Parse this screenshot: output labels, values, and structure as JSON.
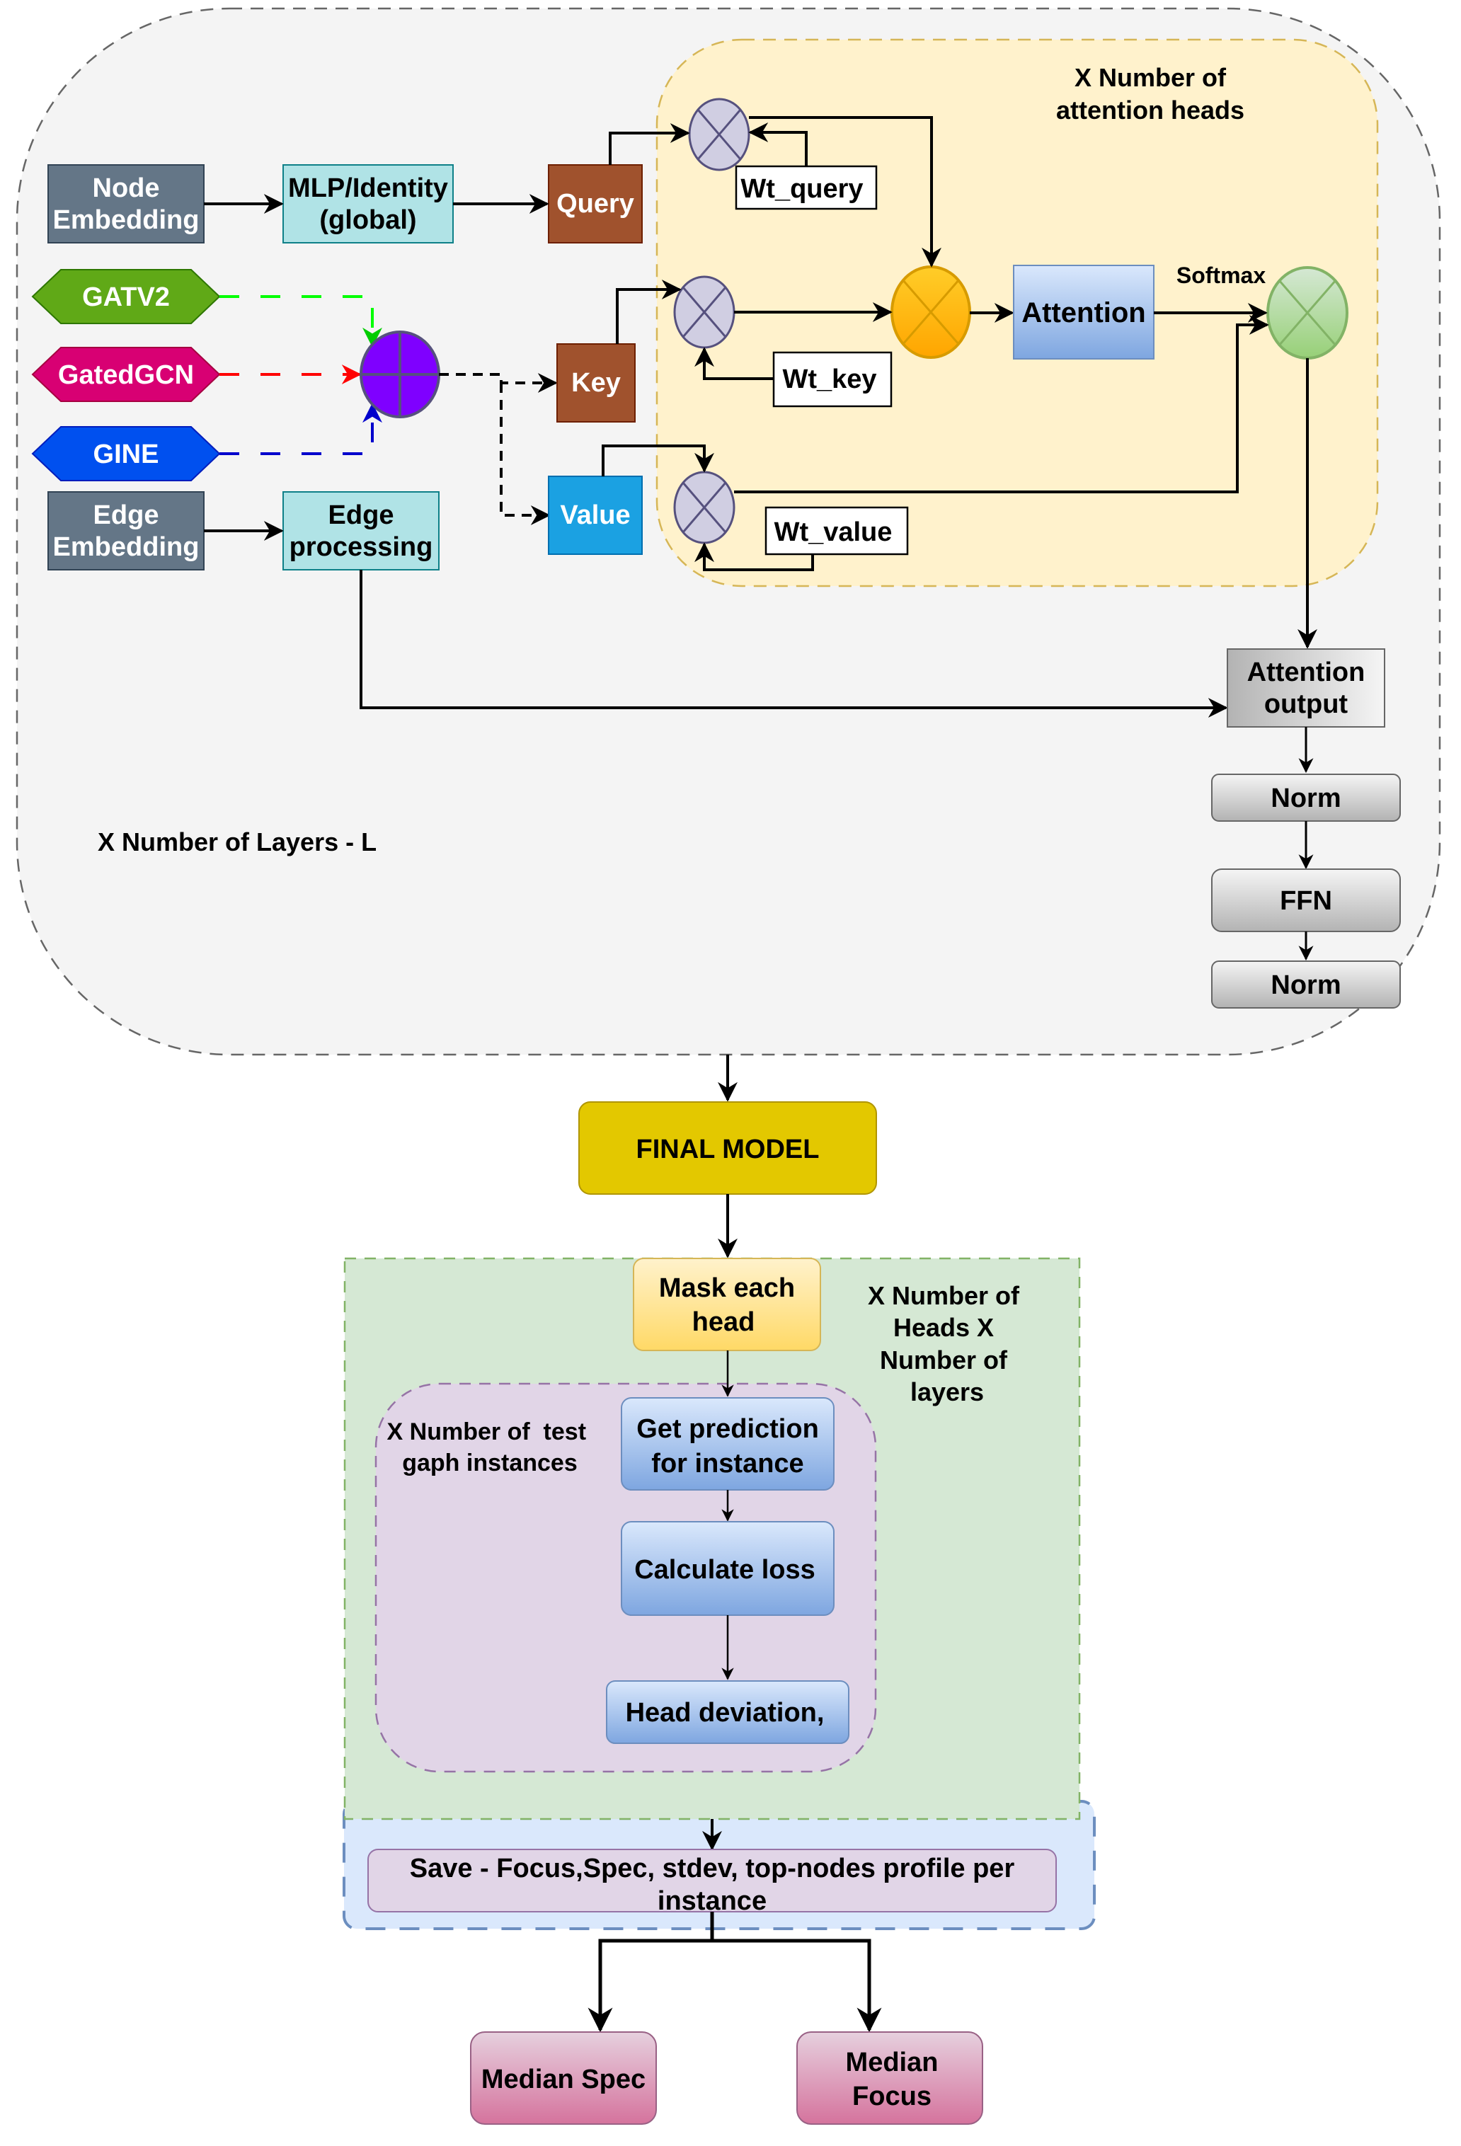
{
  "layers_block": {
    "caption": "X Number of Layers - L"
  },
  "heads_block": {
    "caption_line1": "X Number of",
    "caption_line2": "attention heads"
  },
  "inputs": {
    "node_embedding": [
      "Node",
      "Embedding"
    ],
    "edge_embedding": [
      "Edge",
      "Embedding"
    ],
    "mlp_identity": [
      "MLP/Identity",
      "(global)"
    ],
    "edge_processing": [
      "Edge",
      "processing"
    ],
    "gnn_options": [
      {
        "label": "GATV2",
        "color": "#60a917",
        "line_color": "#00ff00"
      },
      {
        "label": "GatedGCN",
        "color": "#d80073",
        "line_color": "#ff0000"
      },
      {
        "label": "GINE",
        "color": "#0050ef",
        "line_color": "#0000cc"
      }
    ]
  },
  "projections": {
    "query": "Query",
    "key": "Key",
    "value": "Value",
    "wt_query": "Wt_query",
    "wt_key": "Wt_key",
    "wt_value": "Wt_value"
  },
  "attention": {
    "attention_label": "Attention",
    "softmax_label": "Softmax",
    "attention_output": [
      "Attention",
      "output"
    ],
    "norm1": "Norm",
    "ffn": "FFN",
    "norm2": "Norm"
  },
  "pipeline": {
    "final_model": "FINAL MODEL",
    "mask_each_head": [
      "Mask each",
      "head"
    ],
    "heads_layers_caption": [
      "X Number of",
      "Heads X",
      "Number of",
      "layers"
    ],
    "test_instances_caption": [
      "X Number of  test",
      "gaph instances"
    ],
    "get_prediction": [
      "Get prediction",
      "for instance"
    ],
    "calculate_loss": "Calculate loss",
    "head_deviation": "Head deviation,",
    "save_box": [
      "Save - Focus,Spec, stdev, top-nodes profile per",
      "instance"
    ],
    "median_spec": "Median Spec",
    "median_focus": [
      "Median",
      "Focus"
    ]
  },
  "colors": {
    "layer_bg": "#f4f4f4",
    "heads_bg": "#fff2cc",
    "embedding_box": "#647687",
    "mlp_box": "#b0e3e6",
    "query_key": "#a0522d",
    "value": "#1ba1e2",
    "combiner": "#7f00ff",
    "multiply_circle": "#d0cee2",
    "orange_circle": "#ffb300",
    "green_circle": "#a6d58e",
    "final_model": "#e3c800",
    "mask_head": "#ffe599",
    "green_region": "#d5e8d4",
    "purple_region": "#e1d5e7",
    "blue_region": "#dae8fc",
    "median_box": "#e6a0c0"
  }
}
